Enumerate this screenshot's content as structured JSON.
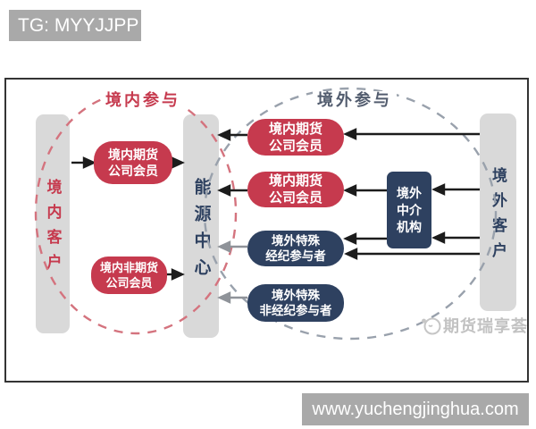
{
  "top_banner": {
    "text": "TG: MYYJJPP"
  },
  "bottom_banner": {
    "text": "www.yuchengjinghua.com"
  },
  "diagram": {
    "domestic_group_label": "境内参与",
    "overseas_group_label": "境外参与",
    "bars": {
      "left": "境内客户",
      "center": "能源中心",
      "right": "境外客户"
    },
    "nodes": {
      "domestic_futures_member_left": "境内期货\n公司会员",
      "domestic_non_futures_member": "境内非期货\n公司会员",
      "domestic_futures_member_top": "境内期货\n公司会员",
      "domestic_futures_member_mid": "境内期货\n公司会员",
      "overseas_intermediary": "境外\n中介\n机构",
      "overseas_special_broker": "境外特殊\n经纪参与者",
      "overseas_special_non_broker": "境外特殊\n非经纪参与者"
    },
    "watermark_text": "期货瑞享荟"
  },
  "colors": {
    "red_accent": "#c63a4e",
    "navy_accent": "#2e4160",
    "bar_gray": "#d9d9d9",
    "banner_gray": "#a9a9a9",
    "red_dash": "#d4737e",
    "gray_dash": "#99a1ac",
    "arrow_black": "#1c1c1c",
    "arrow_gray": "#8f9399",
    "watermark_gray": "#c2c2c2"
  }
}
